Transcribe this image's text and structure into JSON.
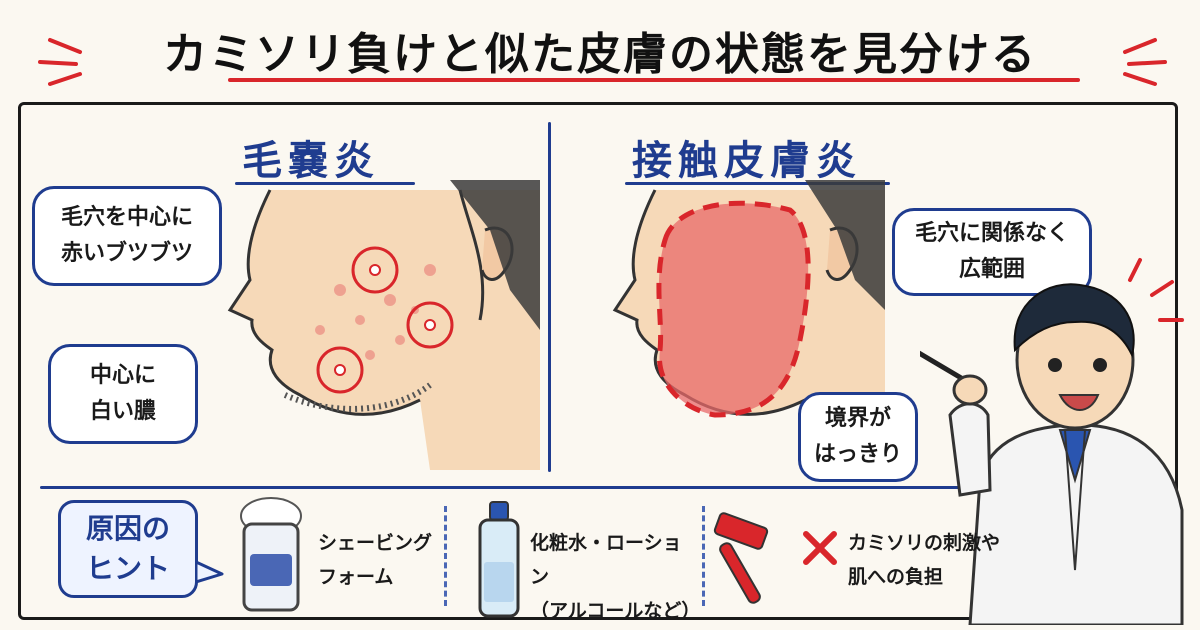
{
  "title": "カミソリ負けと似た皮膚の状態を見分ける",
  "left": {
    "heading": "毛嚢炎",
    "bubble_top": [
      "毛穴を中心に",
      "赤いブツブツ"
    ],
    "bubble_bottom": [
      "中心に",
      "白い膿"
    ]
  },
  "right": {
    "heading": "接触皮膚炎",
    "bubble_top": [
      "毛穴に関係なく",
      "広範囲"
    ],
    "bubble_bottom": [
      "境界が",
      "はっきり"
    ]
  },
  "hints": {
    "label": [
      "原因の",
      "ヒント"
    ],
    "items": [
      {
        "text": [
          "シェービング",
          "フォーム"
        ],
        "icon": "foam-can-icon"
      },
      {
        "text": [
          "化粧水・ローション",
          "（アルコールなど）"
        ],
        "icon": "lotion-bottle-icon"
      },
      {
        "text": [
          "カミソリの刺激や",
          "肌への負担"
        ],
        "icon": "razor-icon"
      }
    ]
  },
  "colors": {
    "accent_red": "#d9262b",
    "accent_blue": "#1f3c8f",
    "skin": "#f6d9b8",
    "rash": "#e86a6a"
  }
}
